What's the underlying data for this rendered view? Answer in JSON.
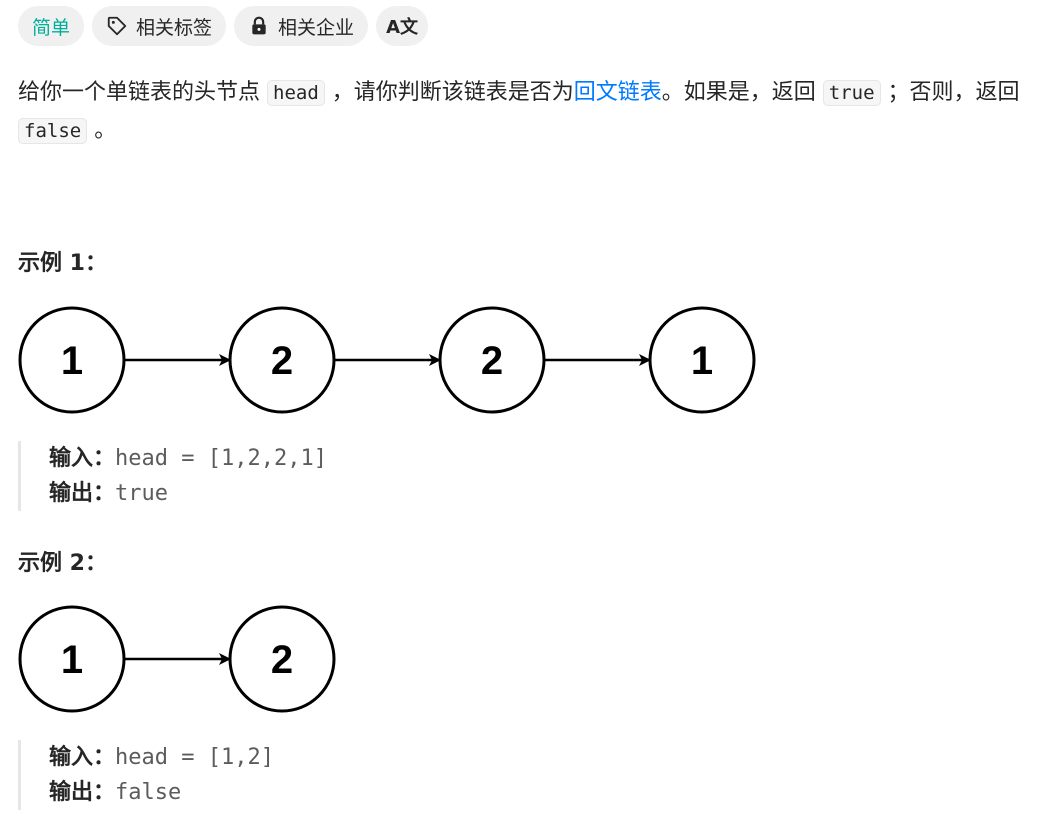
{
  "tags": {
    "difficulty": "简单",
    "related_tags": "相关标签",
    "related_companies": "相关企业",
    "translate": "A文",
    "difficulty_color": "#00af9b"
  },
  "description": {
    "part1": "给你一个单链表的头节点 ",
    "code_head": "head",
    "part2": " ，请你判断该链表是否为",
    "link": "回文链表",
    "part3": "。如果是，返回 ",
    "code_true": "true",
    "part4": " ；否则，返回 ",
    "code_false": "false",
    "part5": " 。"
  },
  "examples": [
    {
      "title": "示例 1：",
      "nodes": [
        "1",
        "2",
        "2",
        "1"
      ],
      "input_label": "输入：",
      "input_value": "head = [1,2,2,1]",
      "output_label": "输出：",
      "output_value": "true"
    },
    {
      "title": "示例 2：",
      "nodes": [
        "1",
        "2"
      ],
      "input_label": "输入：",
      "input_value": "head = [1,2]",
      "output_label": "输出：",
      "output_value": "false"
    }
  ]
}
